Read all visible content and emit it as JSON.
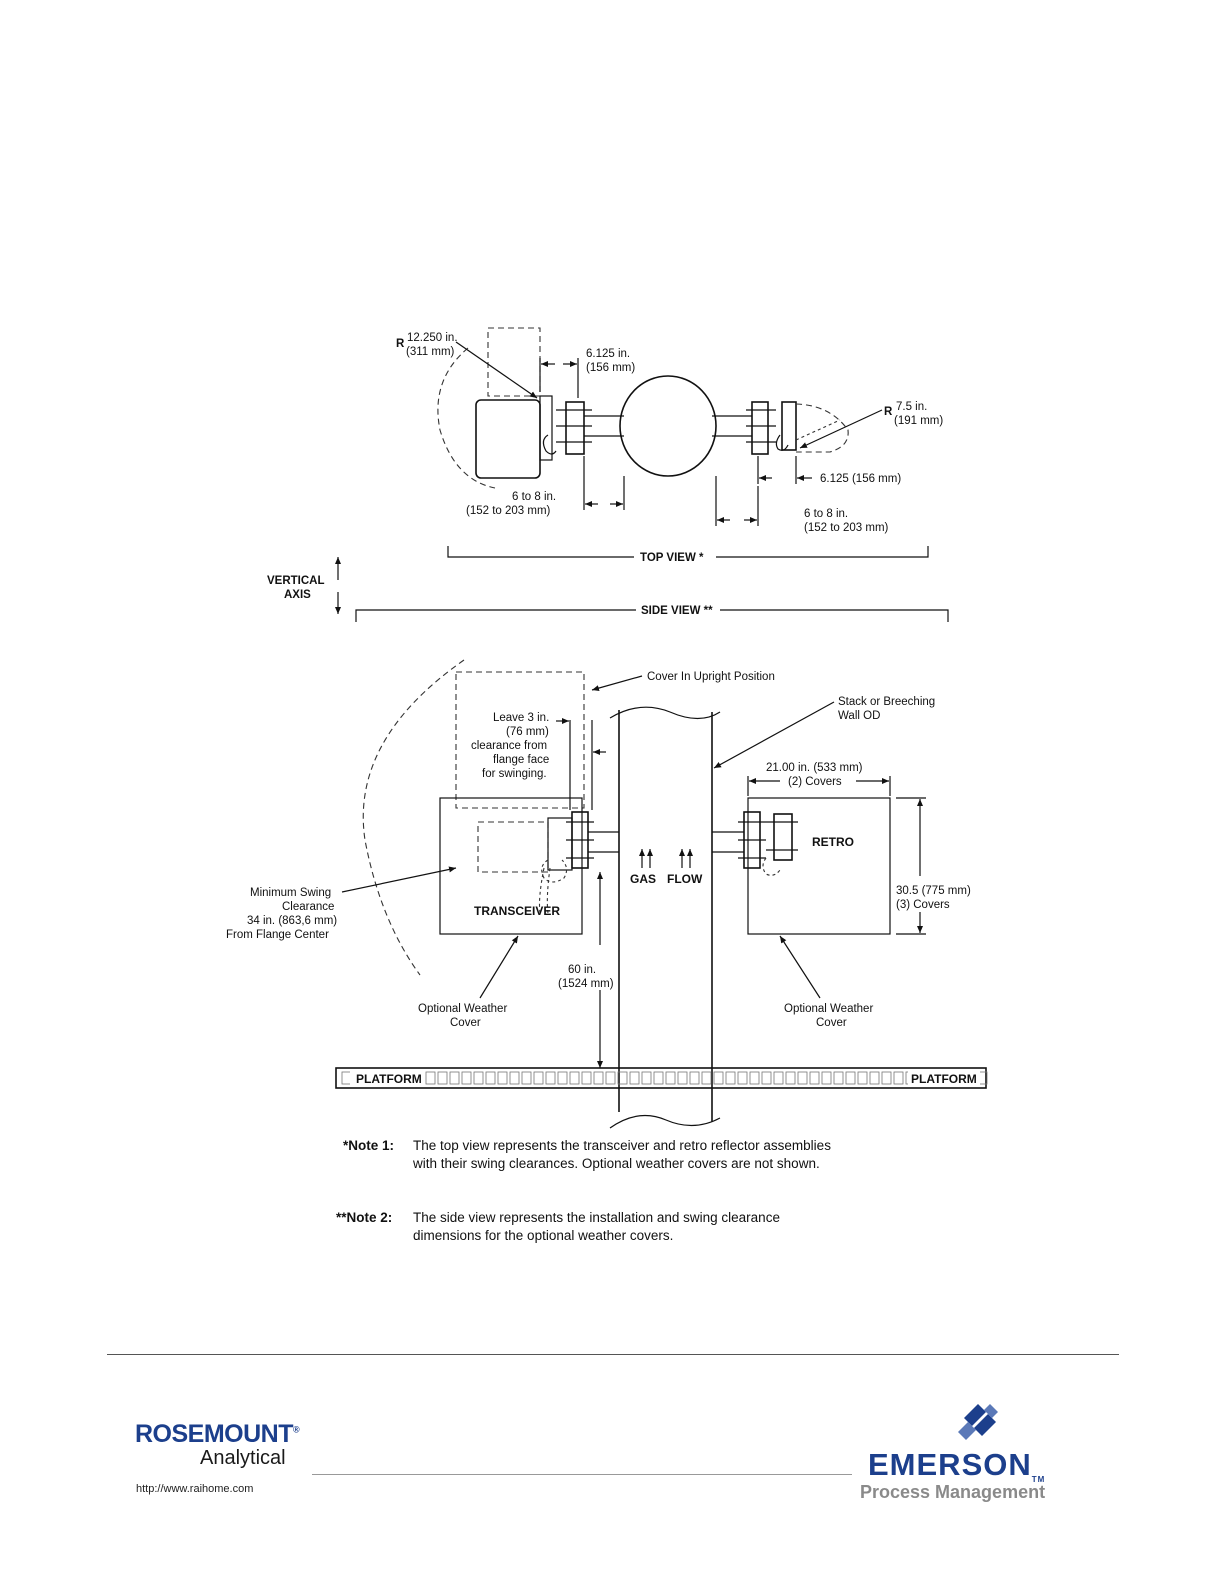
{
  "top_view": {
    "r_label": "R",
    "r1_value": "12.250 in.",
    "r1_mm": "(311 mm)",
    "d1_value": "6.125 in.",
    "d1_mm": "(156 mm)",
    "r2_label": "R",
    "r2_value": "7.5 in.",
    "r2_mm": "(191 mm)",
    "d2_value": "6.125 (156 mm)",
    "gap1_value": "6 to 8 in.",
    "gap1_mm": "(152 to 203 mm)",
    "gap2_value": "6 to 8 in.",
    "gap2_mm": "(152 to 203 mm)",
    "title": "TOP VIEW *"
  },
  "axis": {
    "line1": "VERTICAL",
    "line2": "AXIS"
  },
  "side_view": {
    "title": "SIDE VIEW **",
    "cover_upright": "Cover In Upright Position",
    "leave_1": "Leave 3 in.",
    "leave_2": "(76 mm)",
    "leave_3": "clearance from",
    "leave_4": "flange face",
    "leave_5": "for swinging.",
    "stack_1": "Stack or Breeching",
    "stack_2": "Wall OD",
    "width_1": "21.00 in. (533 mm)",
    "width_2": "(2) Covers",
    "retro": "RETRO",
    "gas": "GAS",
    "flow": "FLOW",
    "transceiver": "TRANSCEIVER",
    "height_1": "30.5 (775 mm)",
    "height_2": "(3) Covers",
    "swing_1": "Minimum Swing",
    "swing_2": "Clearance",
    "swing_3": "34 in. (863,6 mm)",
    "swing_4": "From Flange Center",
    "h60_1": "60 in.",
    "h60_2": "(1524 mm)",
    "weather_left_1": "Optional Weather",
    "weather_left_2": "Cover",
    "weather_right_1": "Optional Weather",
    "weather_right_2": "Cover",
    "platform_left": "PLATFORM",
    "platform_right": "PLATFORM"
  },
  "notes": {
    "n1_head": "*Note 1:",
    "n1_line1": "The top view represents the transceiver and retro reflector assemblies",
    "n1_line2": "with their swing clearances. Optional weather covers are not shown.",
    "n2_head": "**Note 2:",
    "n2_line1": "The side view represents the installation and swing clearance",
    "n2_line2": "dimensions for the optional weather covers."
  },
  "footer": {
    "rosemount": "ROSEMOUNT",
    "rosemount_reg": "®",
    "analytical": "Analytical",
    "url": "http://www.raihome.com",
    "emerson": "EMERSON",
    "emerson_tm": "TM",
    "process": "Process Management"
  },
  "colors": {
    "brand_blue": "#1c3f8c",
    "brand_gray": "#8a8a8a"
  }
}
